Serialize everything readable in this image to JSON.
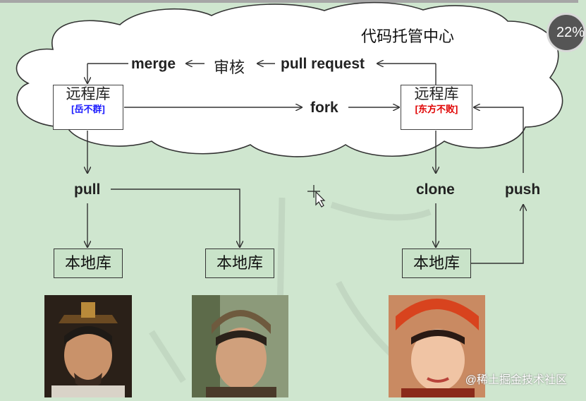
{
  "title": "代码托管中心",
  "progress_badge": "22%",
  "flow_labels": {
    "merge": "merge",
    "review": "审核",
    "pull_request": "pull request",
    "fork": "fork",
    "pull": "pull",
    "clone": "clone",
    "push": "push"
  },
  "remote_repos": [
    {
      "label": "远程库",
      "owner": "[岳不群]",
      "owner_color": "#1a1aff"
    },
    {
      "label": "远程库",
      "owner": "[东方不败]",
      "owner_color": "#e00000"
    }
  ],
  "local_repos": [
    {
      "label": "本地库"
    },
    {
      "label": "本地库"
    },
    {
      "label": "本地库"
    }
  ],
  "icons": [
    "move-cursor-icon"
  ],
  "watermark": "@稀土掘金技术社区"
}
